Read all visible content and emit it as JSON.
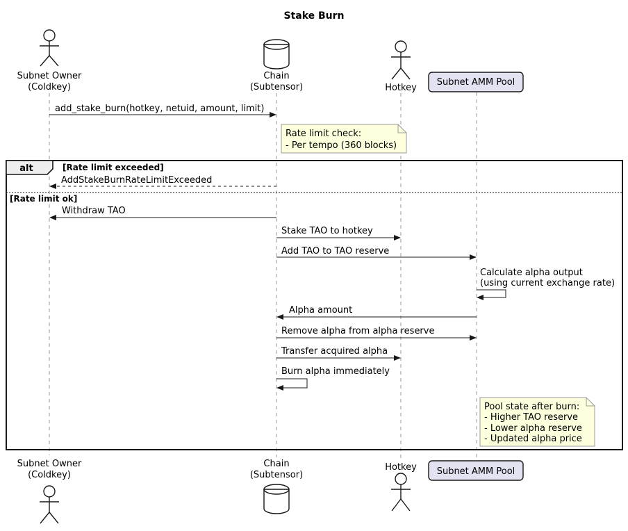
{
  "title": "Stake Burn",
  "participants": {
    "subnet_owner": {
      "name": "Subnet Owner",
      "sub": "(Coldkey)"
    },
    "chain": {
      "name": "Chain",
      "sub": "(Subtensor)"
    },
    "hotkey": {
      "name": "Hotkey"
    },
    "amm_pool": {
      "name": "Subnet AMM Pool"
    }
  },
  "frame": {
    "operator": "alt",
    "condition_exceeded": "[Rate limit exceeded]",
    "condition_ok": "[Rate limit ok]"
  },
  "messages": {
    "add_stake_burn": "add_stake_burn(hotkey, netuid, amount, limit)",
    "rate_limit_error": "AddStakeBurnRateLimitExceeded",
    "withdraw_tao": "Withdraw TAO",
    "stake_tao": "Stake TAO to hotkey",
    "add_tao_reserve": "Add TAO to TAO reserve",
    "calc_alpha_line1": "Calculate alpha output",
    "calc_alpha_line2": "(using current exchange rate)",
    "alpha_amount": "Alpha amount",
    "remove_alpha": "Remove alpha from alpha reserve",
    "transfer_alpha": "Transfer acquired alpha",
    "burn_alpha": "Burn alpha immediately"
  },
  "notes": {
    "rate_limit": {
      "lines": [
        "Rate limit check:",
        "- Per tempo (360 blocks)"
      ]
    },
    "pool_state": {
      "lines": [
        "Pool state after burn:",
        "- Higher TAO reserve",
        "- Lower alpha reserve",
        "- Updated alpha price"
      ]
    }
  },
  "colors": {
    "participant_fill": "#E2E2F0",
    "note_fill": "#FEFFDD",
    "frame_label_fill": "#EEEEEE",
    "border": "#181818",
    "lifeline": "#999999"
  }
}
